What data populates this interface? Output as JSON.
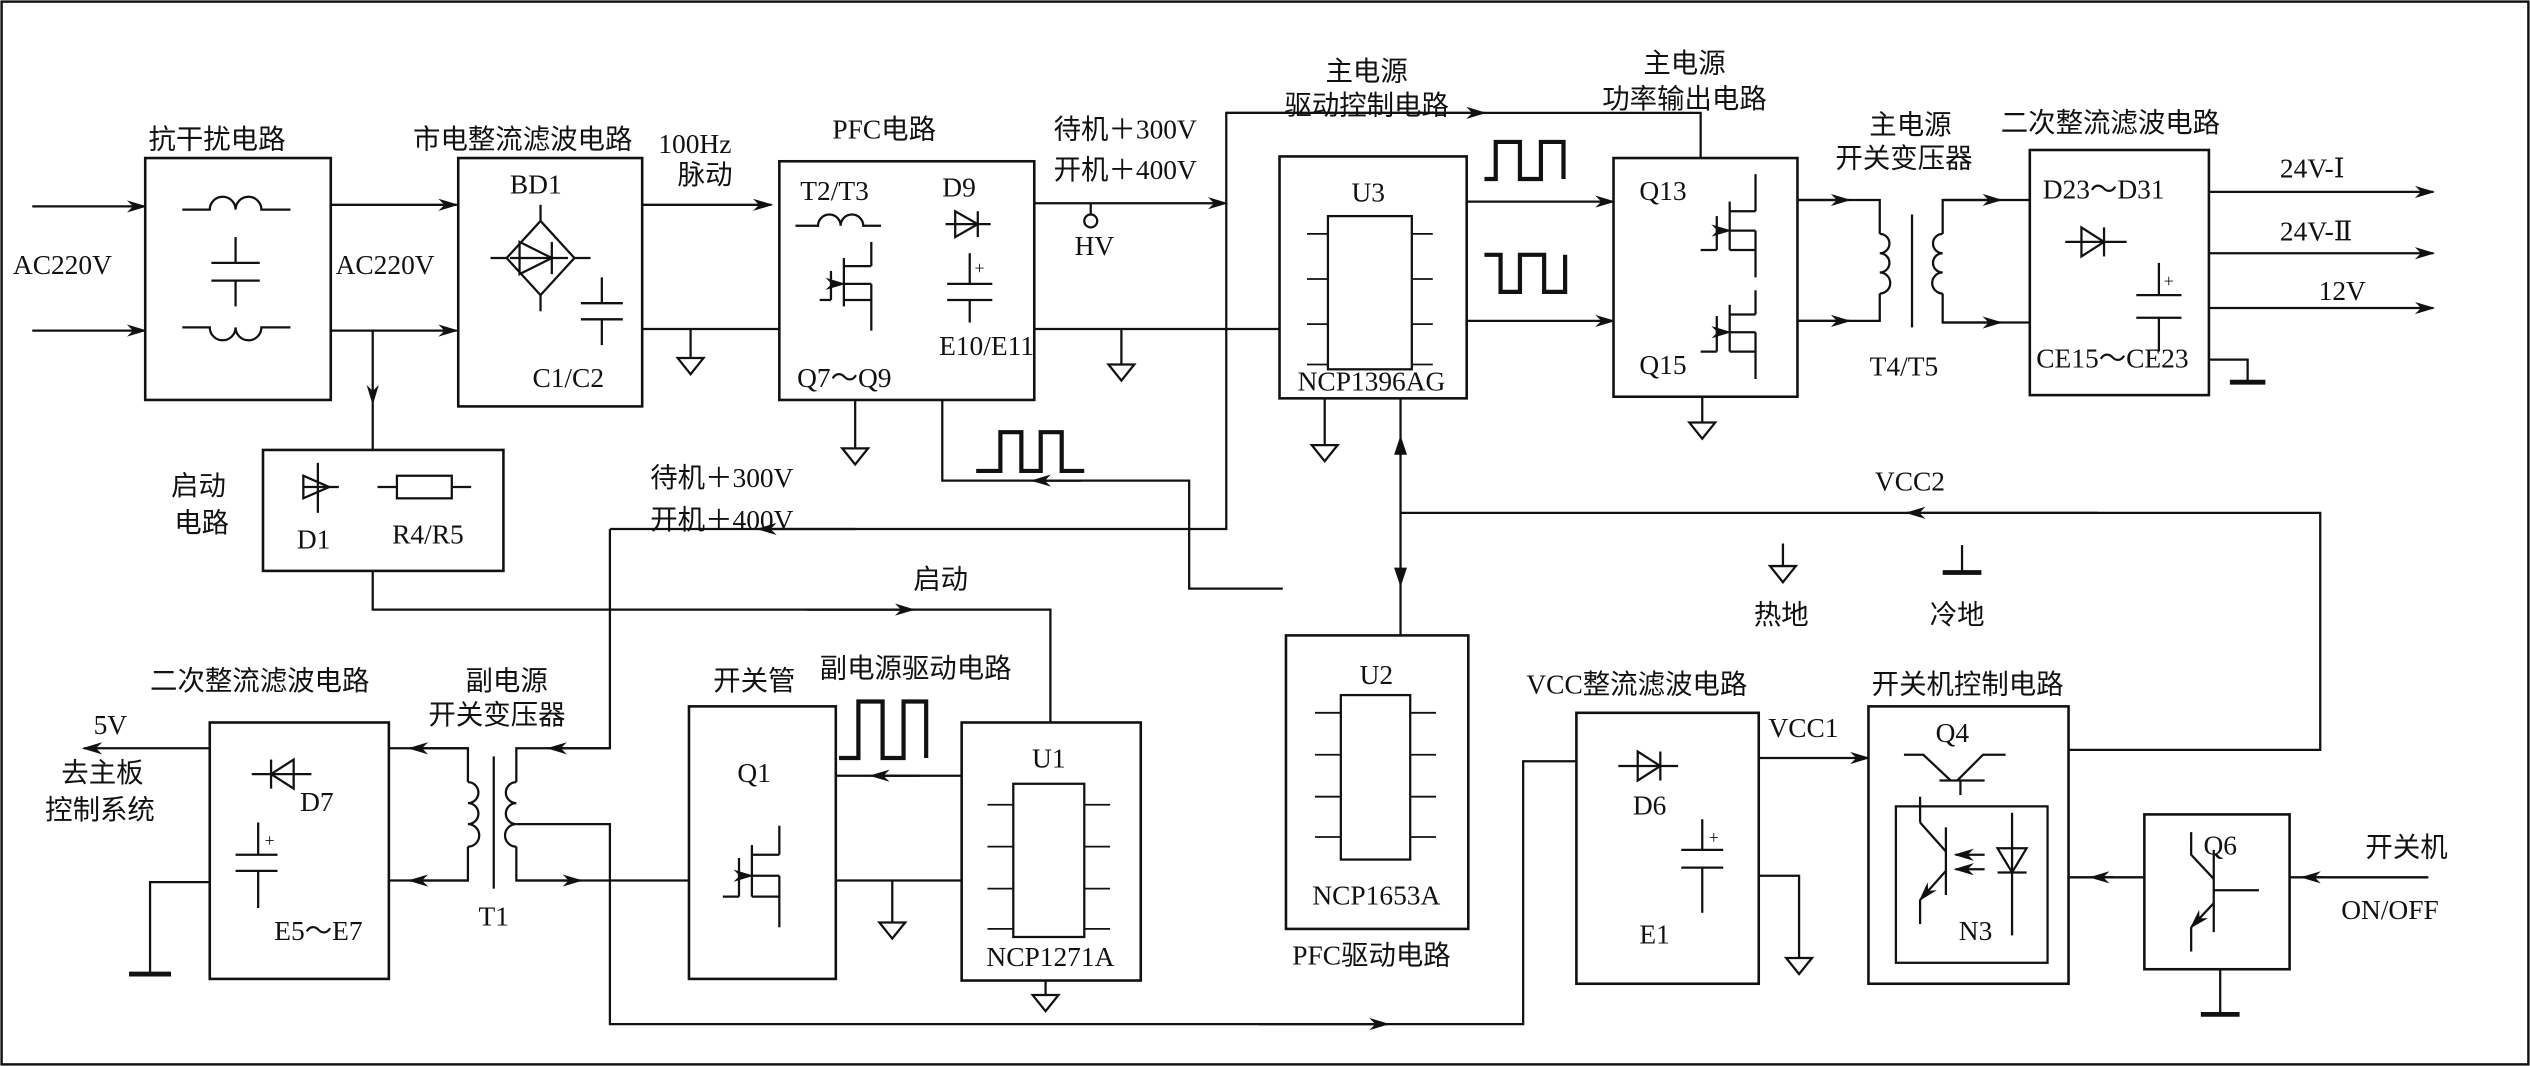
{
  "title": "Power supply block diagram",
  "colors": {
    "line": "#111111",
    "background": "#ffffff"
  },
  "labels": {
    "emi": "抗干扰电路",
    "rectifier": "市电整流滤波电路",
    "pulse100": "100Hz",
    "pulse100b": "脉动",
    "pfc": "PFC电路",
    "hv_standby": "待机＋300V",
    "hv_on": "开机＋400V",
    "hv": "HV",
    "main_drive_1": "主电源",
    "main_drive_2": "驱动控制电路",
    "main_power_1": "主电源",
    "main_power_2": "功率输出电路",
    "main_xfmr_1": "主电源",
    "main_xfmr_2": "开关变压器",
    "secondary_main": "二次整流滤波电路",
    "ac_in": "AC220V",
    "ac_mid": "AC220V",
    "start_circuit_1": "启动",
    "start_circuit_2": "电路",
    "hv2_standby": "待机＋300V",
    "hv2_on": "开机＋400V",
    "start": "启动",
    "vcc2": "VCC2",
    "hot_ground": "热地",
    "cold_ground": "冷地",
    "secondary_aux": "二次整流滤波电路",
    "aux_xfmr_1": "副电源",
    "aux_xfmr_2": "开关变压器",
    "switch_tube": "开关管",
    "aux_drive": "副电源驱动电路",
    "pfc_drive": "PFC驱动电路",
    "vcc_rect": "VCC整流滤波电路",
    "onoff_ctrl": "开关机控制电路",
    "vcc1": "VCC1",
    "out5v": "5V",
    "to_main_1": "去主板",
    "to_main_2": "控制系统",
    "onoff_1": "开关机",
    "onoff_2": "ON/OFF"
  },
  "components": {
    "bd1": "BD1",
    "c1c2": "C1/C2",
    "t2t3": "T2/T3",
    "d9": "D9",
    "e10e11": "E10/E11",
    "q7q9": "Q7～Q9",
    "u3": "U3",
    "ncp1396": "NCP1396AG",
    "q13": "Q13",
    "q15": "Q15",
    "t4t5": "T4/T5",
    "d23d31": "D23～D31",
    "ce15ce23": "CE15～CE23",
    "d1": "D1",
    "r4r5": "R4/R5",
    "d7": "D7",
    "e5e7": "E5～E7",
    "t1": "T1",
    "q1": "Q1",
    "u1": "U1",
    "ncp1271": "NCP1271A",
    "u2": "U2",
    "ncp1653": "NCP1653A",
    "d6": "D6",
    "e1": "E1",
    "q4": "Q4",
    "n3": "N3",
    "q6": "Q6"
  },
  "outputs": [
    "24V-Ⅰ",
    "24V-Ⅱ",
    "12V"
  ]
}
